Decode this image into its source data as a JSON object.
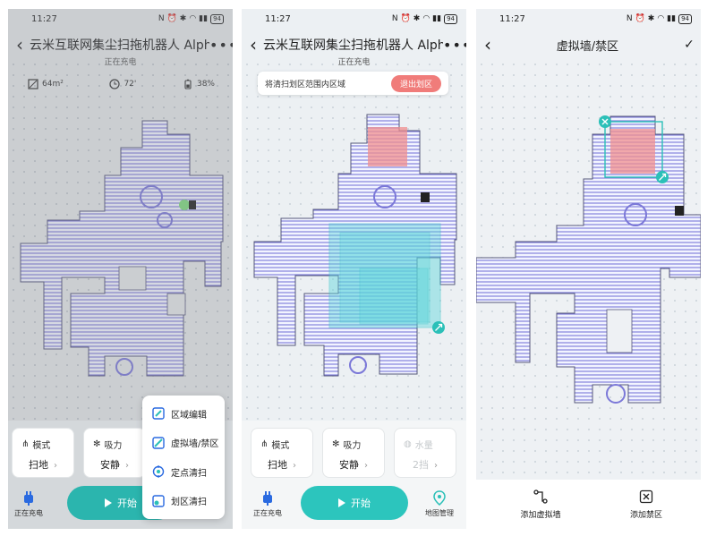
{
  "status_time": "11:27",
  "battery_level": "94",
  "screen1": {
    "title": "云米互联网集尘扫拖机器人 Alpha...",
    "subtitle": "正在充电",
    "stats": {
      "area": "64m²",
      "time": "72'",
      "battery": "38%"
    },
    "mode_label": "模式",
    "mode_value": "扫地",
    "suction_label": "吸力",
    "suction_value": "安静",
    "charging_label": "正在充电",
    "start_label": "开始",
    "menu": [
      "区域编辑",
      "虚拟墙/禁区",
      "定点清扫",
      "划区清扫"
    ]
  },
  "screen2": {
    "title": "云米互联网集尘扫拖机器人 Alpha...",
    "subtitle": "正在充电",
    "hint": "将清扫划区范围内区域",
    "exit_label": "退出划区",
    "mode_label": "模式",
    "mode_value": "扫地",
    "suction_label": "吸力",
    "suction_value": "安静",
    "water_label": "水量",
    "water_value": "2挡",
    "charging_label": "正在充电",
    "start_label": "开始",
    "map_label": "地图管理"
  },
  "screen3": {
    "title": "虚拟墙/禁区",
    "add_wall": "添加虚拟墙",
    "add_zone": "添加禁区"
  },
  "colors": {
    "accent": "#2cc5bd",
    "map_line": "#7b78d8",
    "no_go_zone": "#f08f8f",
    "clean_zone": "#5dd6dc"
  }
}
